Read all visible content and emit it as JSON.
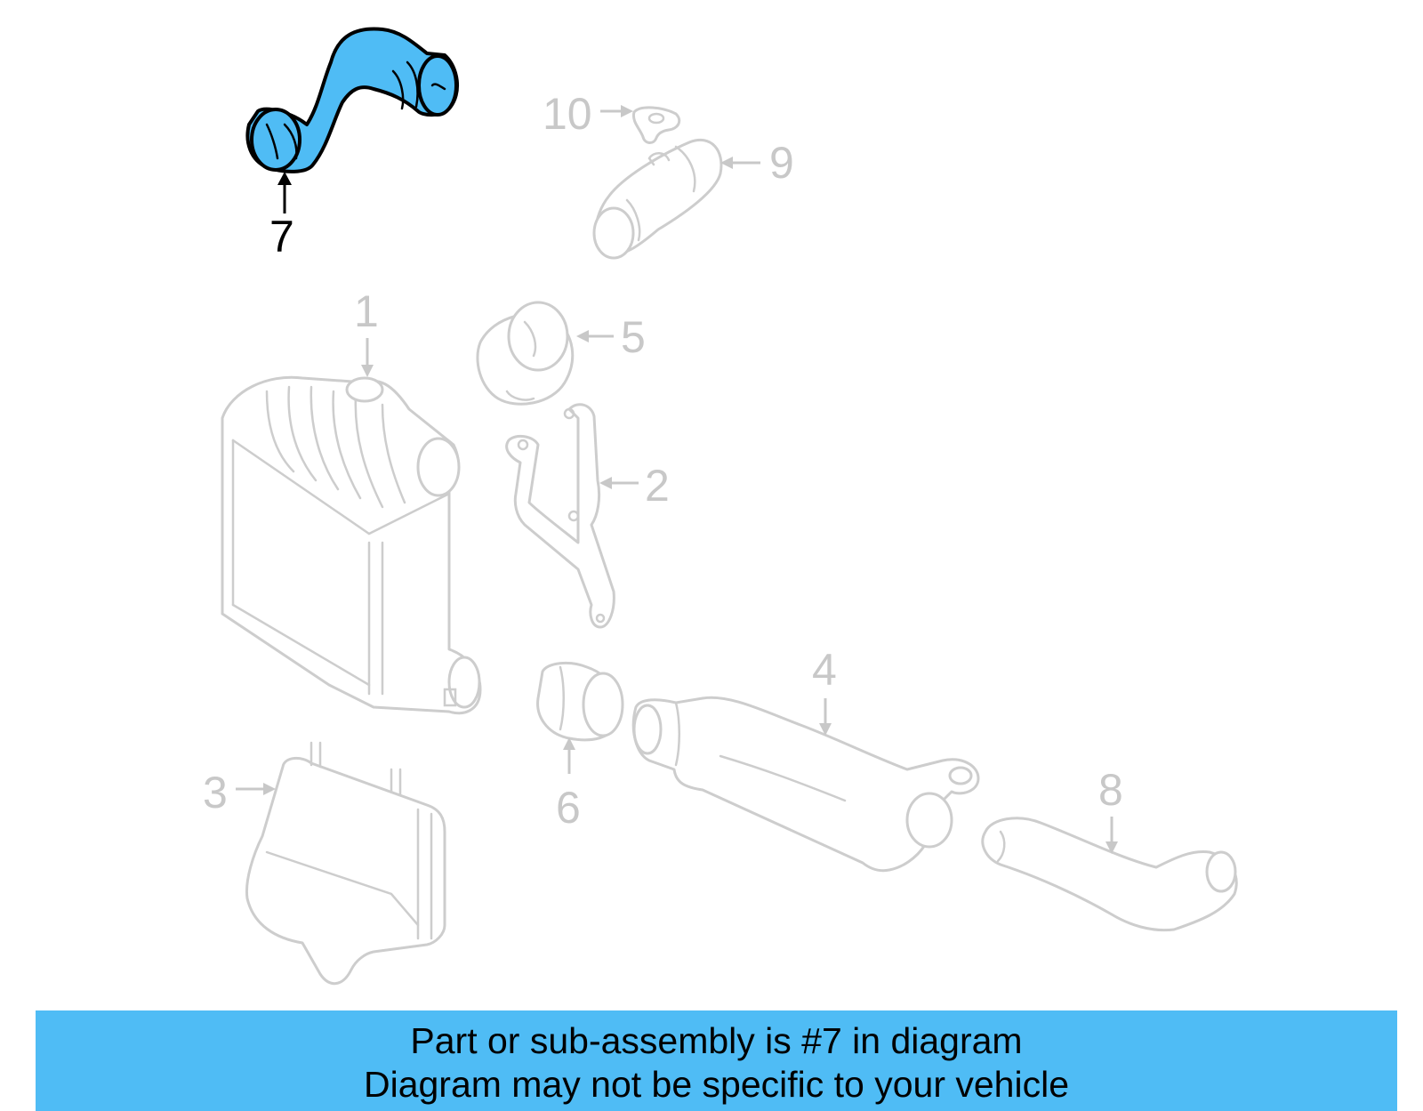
{
  "diagram": {
    "callouts": [
      "1",
      "2",
      "3",
      "4",
      "5",
      "6",
      "7",
      "8",
      "9",
      "10"
    ],
    "highlighted": "7",
    "highlight_color": "#4fbcf5",
    "muted_color": "#c8c8c8"
  },
  "banner": {
    "line1": "Part or sub-assembly is #7 in diagram",
    "line2": "Diagram may not be specific to your vehicle",
    "background": "#4fbcf5"
  }
}
